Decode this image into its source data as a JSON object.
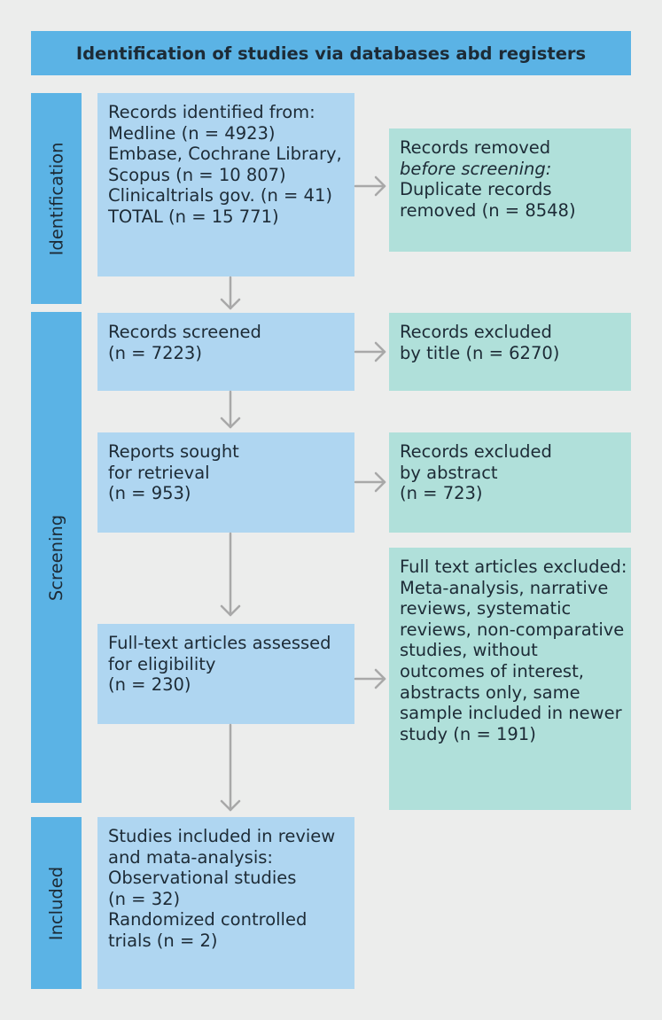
{
  "header": {
    "title": "Identification of studies via databases abd registers"
  },
  "phases": {
    "identification": "Identification",
    "screening": "Screening",
    "included": "Included"
  },
  "boxes": {
    "records_identified": {
      "lines": [
        "Records identified from:",
        "Medline (n = 4923)",
        "Embase, Cochrane Library,",
        "Scopus (n = 10 807)",
        "Clinicaltrials gov. (n = 41)",
        "TOTAL (n = 15 771)"
      ]
    },
    "records_removed": {
      "lines": [
        "Records removed",
        "before screening:",
        "Duplicate records",
        "removed (n = 8548)"
      ]
    },
    "records_screened": {
      "lines": [
        "Records screened",
        "(n = 7223)"
      ]
    },
    "excluded_title": {
      "lines": [
        "Records excluded",
        "by title (n = 6270)"
      ]
    },
    "reports_sought": {
      "lines": [
        "Reports sought",
        "for retrieval",
        "(n = 953)"
      ]
    },
    "excluded_abstract": {
      "lines": [
        "Records excluded",
        "by abstract",
        "(n = 723)"
      ]
    },
    "full_text_assessed": {
      "lines": [
        "Full-text articles assessed",
        "for eligibility",
        "(n = 230)"
      ]
    },
    "full_text_excluded": {
      "lines": [
        "Full text articles excluded:",
        "Meta-analysis, narrative",
        "reviews, systematic",
        "reviews, non-comparative",
        "studies, without",
        "outcomes of interest,",
        "abstracts only, same",
        "sample included in newer",
        "study  (n = 191)"
      ]
    },
    "studies_included": {
      "lines": [
        "Studies included in review",
        "and mata-analysis:",
        "Observational studies",
        "(n = 32)",
        "Randomized controlled",
        "trials (n = 2)"
      ]
    }
  },
  "colors": {
    "header": "#5bb3e5",
    "main_box": "#afd6f1",
    "side_box": "#b0e0da",
    "arrow": "#a8a8a8",
    "background": "#ecedec"
  }
}
